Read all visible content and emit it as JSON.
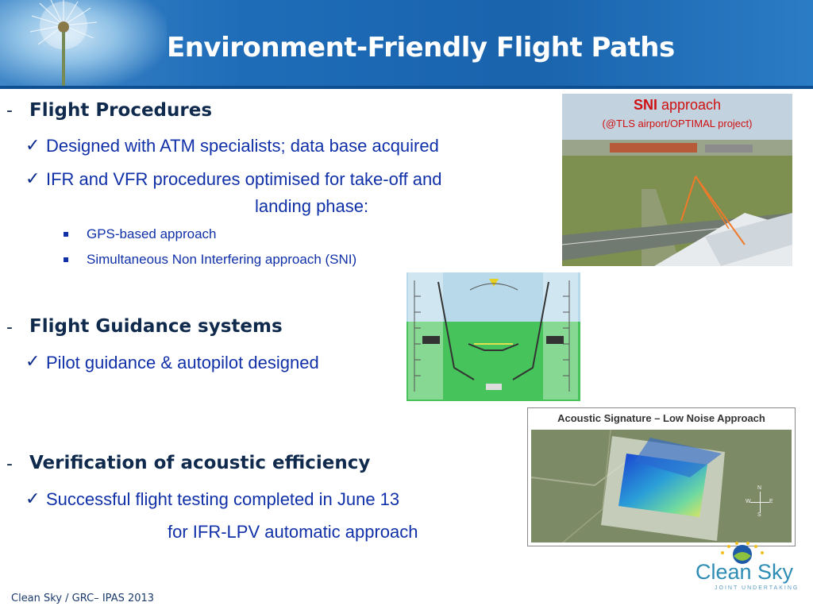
{
  "header": {
    "title": "Environment-Friendly Flight Paths"
  },
  "sections": {
    "flight_procedures": {
      "heading": "Flight Procedures",
      "items": [
        "Designed with ATM specialists; data base acquired",
        "IFR and VFR procedures optimised for take-off and",
        "landing phase:"
      ],
      "subitems": [
        "GPS-based approach",
        "Simultaneous Non Interfering approach (SNI)"
      ]
    },
    "flight_guidance": {
      "heading": "Flight Guidance systems",
      "items": [
        "Pilot guidance & autopilot designed"
      ]
    },
    "acoustic": {
      "heading": "Verification of acoustic efficiency",
      "items": [
        "Successful flight testing completed in June 13",
        "for IFR-LPV automatic approach"
      ]
    }
  },
  "photo": {
    "label_bold": "SNI",
    "label_rest": " approach",
    "sublabel": "(@TLS airport/OPTIMAL project)"
  },
  "acoustic_image": {
    "caption": "Acoustic Signature – Low Noise Approach",
    "compass": [
      "N",
      "W",
      "E",
      "S"
    ]
  },
  "footer": {
    "text": "Clean Sky / GRC– IPAS 2013"
  },
  "logo": {
    "name": "Clean Sky",
    "tagline": "JOINT UNDERTAKING"
  },
  "colors": {
    "header_blue": "#1a63ad",
    "heading": "#0f2a4d",
    "body_text": "#1030a8",
    "label_red": "#cf1010"
  }
}
